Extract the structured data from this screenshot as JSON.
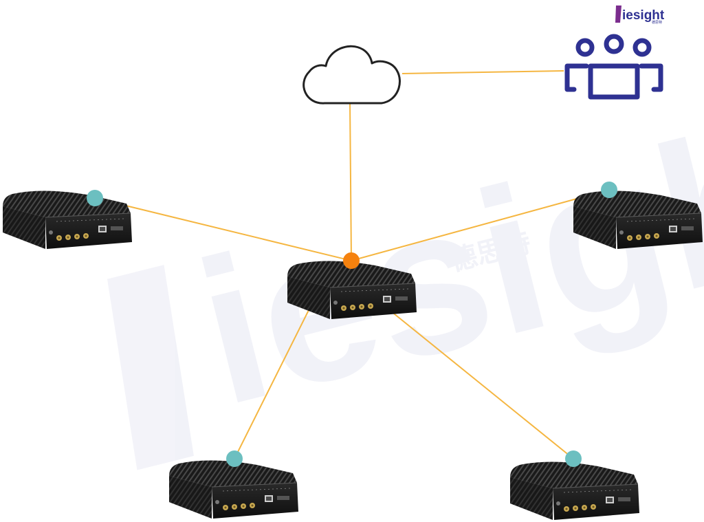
{
  "logo": {
    "text": "iesight",
    "subtext": "德思特"
  },
  "watermark": {
    "text": "iesight",
    "subtext": "德思特"
  },
  "colors": {
    "link": "#f5b641",
    "edge_node": "#6cbfc0",
    "hub_node": "#f5820f",
    "users_icon": "#2e3192",
    "cloud_outline": "#222222",
    "device_body": "#1c1c1c",
    "sma_connector": "#c8a850"
  },
  "icons": {
    "cloud": "cloud-icon",
    "users": "users-group-icon",
    "device": "sdr-device"
  },
  "topology": {
    "hub": "device-center",
    "uplink": [
      "device-center",
      "cloud",
      "users"
    ],
    "edges": [
      "device-left",
      "device-right",
      "device-bottom-left",
      "device-bottom-right"
    ]
  }
}
